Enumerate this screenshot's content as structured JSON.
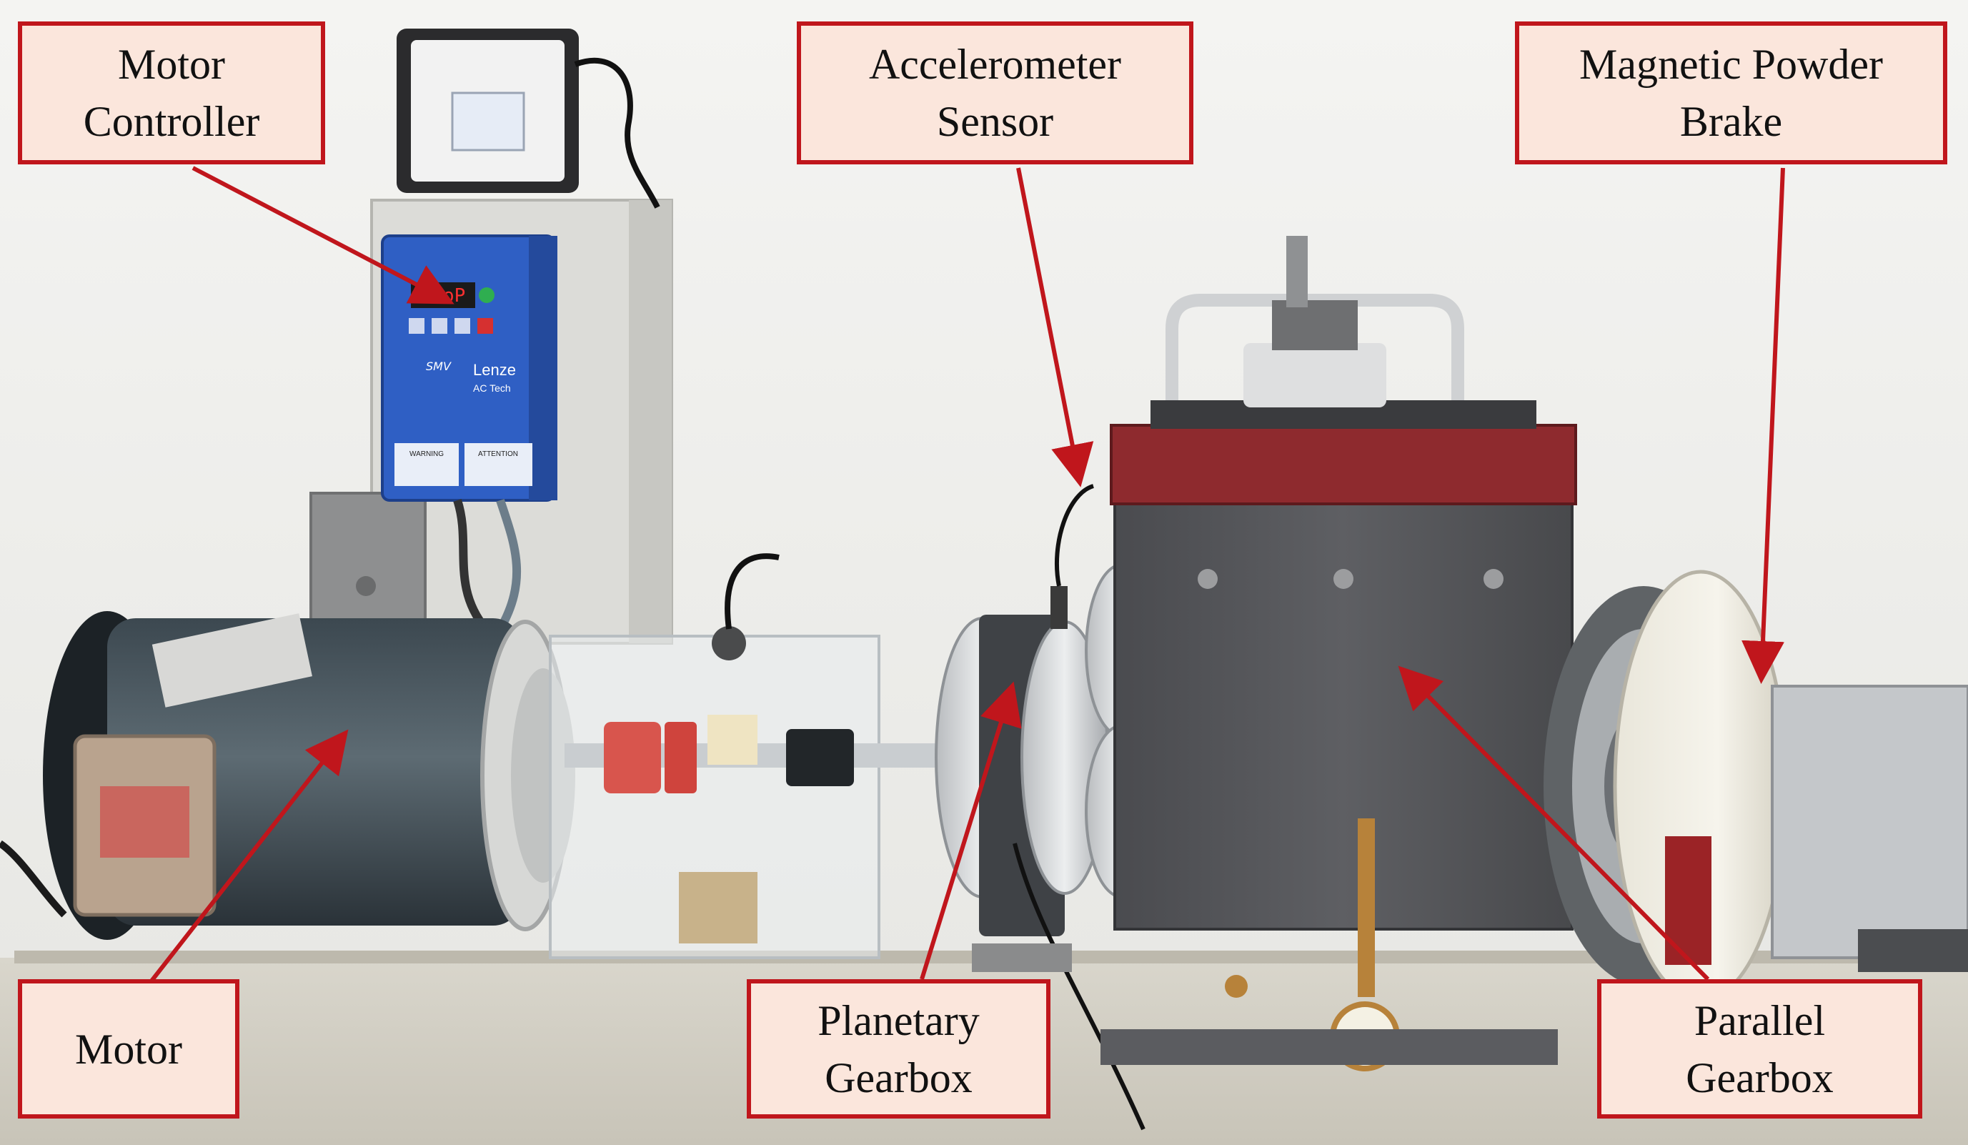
{
  "labels": {
    "motor_controller": "Motor\nController",
    "accelerometer_sensor": "Accelerometer\nSensor",
    "magnetic_powder_brake": "Magnetic Powder\nBrake",
    "motor": "Motor",
    "planetary_gearbox": "Planetary\nGearbox",
    "parallel_gearbox": "Parallel\nGearbox"
  },
  "device_text": {
    "display_readout": "StoP",
    "drive_brand": "Lenze",
    "drive_subbrand": "AC Tech",
    "drive_series": "SMV",
    "warning_label": "WARNING",
    "attention_label": "ATTENTION"
  },
  "colors": {
    "callout_border": "#c0161c",
    "callout_fill": "#fbe6dc",
    "arrow": "#c0161c",
    "drive_blue": "#2f5fc4",
    "gearbox_body": "#55565a",
    "gearbox_top": "#8e2a2e"
  }
}
